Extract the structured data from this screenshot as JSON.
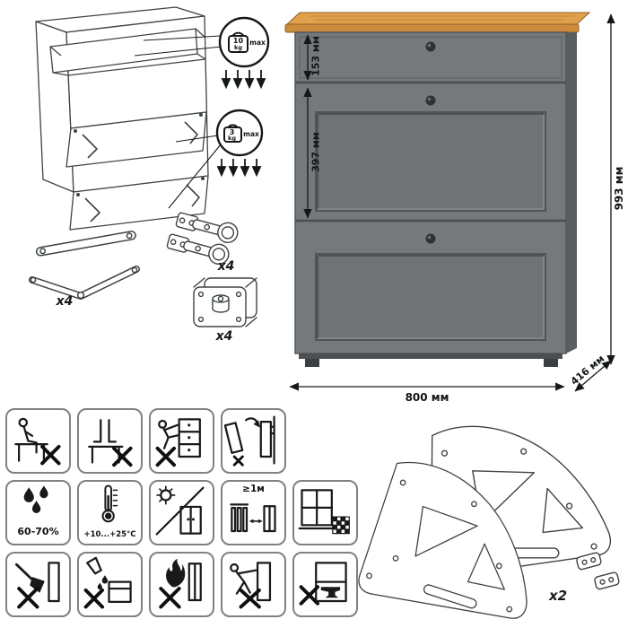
{
  "dimensions": {
    "drawer_height": "153 мм",
    "flap_height": "397 мм",
    "total_height": "993 мм",
    "width": "800 мм",
    "depth": "416 мм"
  },
  "load_limits": {
    "drawer": {
      "value": "10",
      "unit": "kg",
      "note": "max"
    },
    "flap": {
      "value": "3",
      "unit": "kg",
      "note": "max"
    }
  },
  "hardware": {
    "stay_qty": "x4",
    "hinge_qty": "x4",
    "foot_qty": "x4",
    "side_panel_qty": "x2"
  },
  "care": {
    "humidity": "60-70%",
    "temperature": "+10...+25°С",
    "heat_distance": "≥1м"
  },
  "colors": {
    "wood_top": "#e0a04c",
    "wood_edge": "#cd8b3c",
    "body": "#75797c",
    "body_side": "#5a5e61",
    "panel": "#6f7376",
    "outline": "#3d4245",
    "icon_border": "#7d8285"
  }
}
